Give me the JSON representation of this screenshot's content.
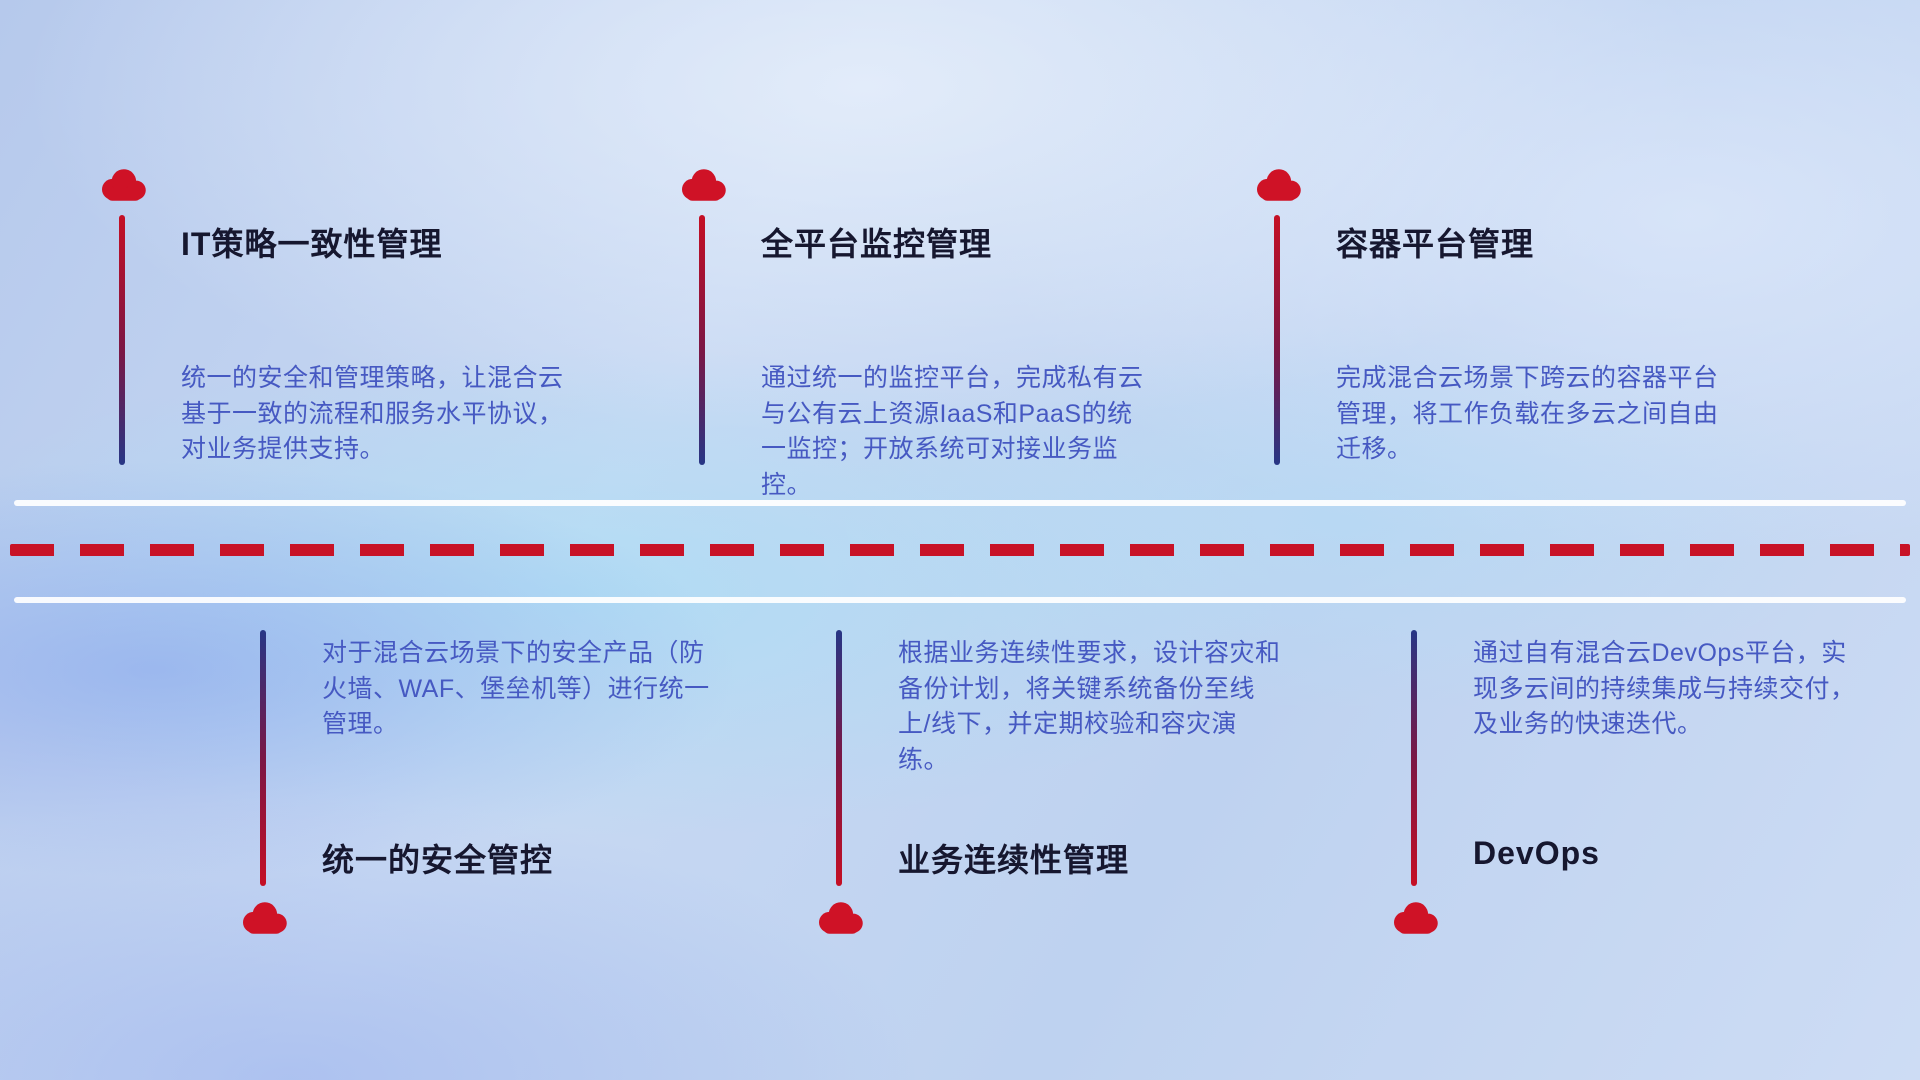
{
  "colors": {
    "accent_red": "#c81226",
    "accent_blue": "#273685",
    "title_text": "#16172f",
    "description_text": "#4659c2",
    "divider_white": "#ffffff"
  },
  "icons": {
    "cloud": "cloud-icon"
  },
  "top_items": [
    {
      "title": "IT策略一致性管理",
      "description": "统一的安全和管理策略，让混合云基于一致的流程和服务水平协议，对业务提供支持。"
    },
    {
      "title": "全平台监控管理",
      "description": "通过统一的监控平台，完成私有云与公有云上资源IaaS和PaaS的统一监控；开放系统可对接业务监控。"
    },
    {
      "title": "容器平台管理",
      "description": "完成混合云场景下跨云的容器平台管理，将工作负载在多云之间自由迁移。"
    }
  ],
  "bottom_items": [
    {
      "title": "统一的安全管控",
      "description": "对于混合云场景下的安全产品（防火墙、WAF、堡垒机等）进行统一管理。"
    },
    {
      "title": "业务连续性管理",
      "description": "根据业务连续性要求，设计容灾和备份计划，将关键系统备份至线上/线下，并定期校验和容灾演练。"
    },
    {
      "title": "DevOps",
      "description": "通过自有混合云DevOps平台，实现多云间的持续集成与持续交付，及业务的快速迭代。"
    }
  ]
}
